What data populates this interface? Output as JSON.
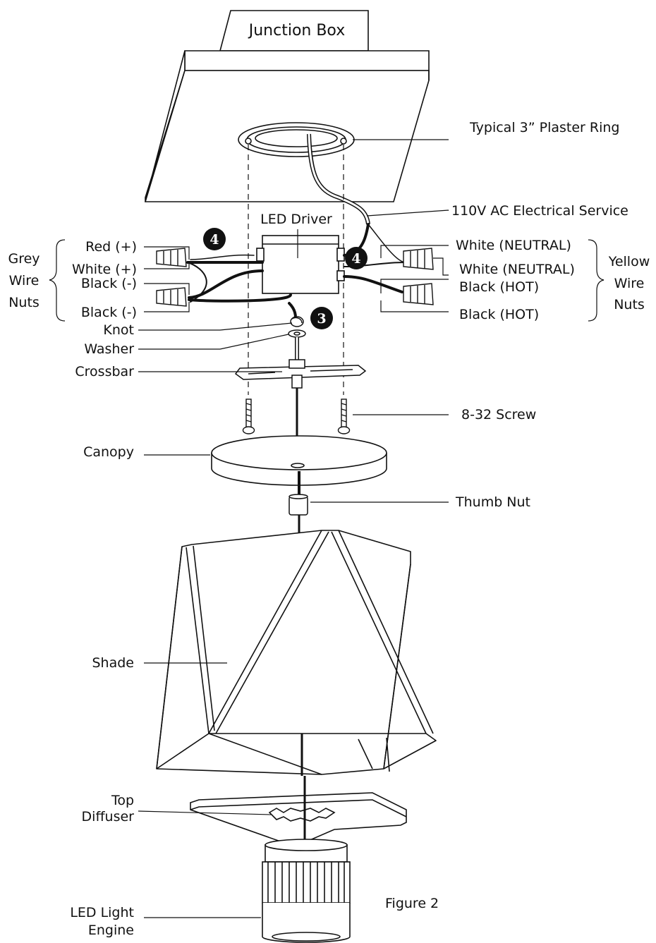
{
  "parts": {
    "junction_box": "Junction Box",
    "plaster_ring": "Typical 3” Plaster Ring",
    "electrical_service": "110V AC Electrical Service",
    "led_driver": "LED Driver",
    "knot": "Knot",
    "washer": "Washer",
    "crossbar": "Crossbar",
    "screw": "8-32 Screw",
    "canopy": "Canopy",
    "thumb_nut": "Thumb Nut",
    "shade": "Shade",
    "top_diffuser": [
      "Top",
      "Diffuser"
    ],
    "led_light_engine": [
      "LED Light",
      "Engine"
    ]
  },
  "left_wires": {
    "group_label": [
      "Grey",
      "Wire",
      "Nuts"
    ],
    "red": "Red (+)",
    "white": "White (+)",
    "black_1": "Black (-)",
    "black_2": "Black (-)"
  },
  "right_wires": {
    "group_label": [
      "Yellow",
      "Wire",
      "Nuts"
    ],
    "white_1": "White (NEUTRAL)",
    "white_2": "White (NEUTRAL)",
    "black_1": "Black (HOT)",
    "black_2": "Black (HOT)"
  },
  "steps": {
    "left": "4",
    "right": "4",
    "knot": "3"
  },
  "figure_caption": "Figure 2"
}
